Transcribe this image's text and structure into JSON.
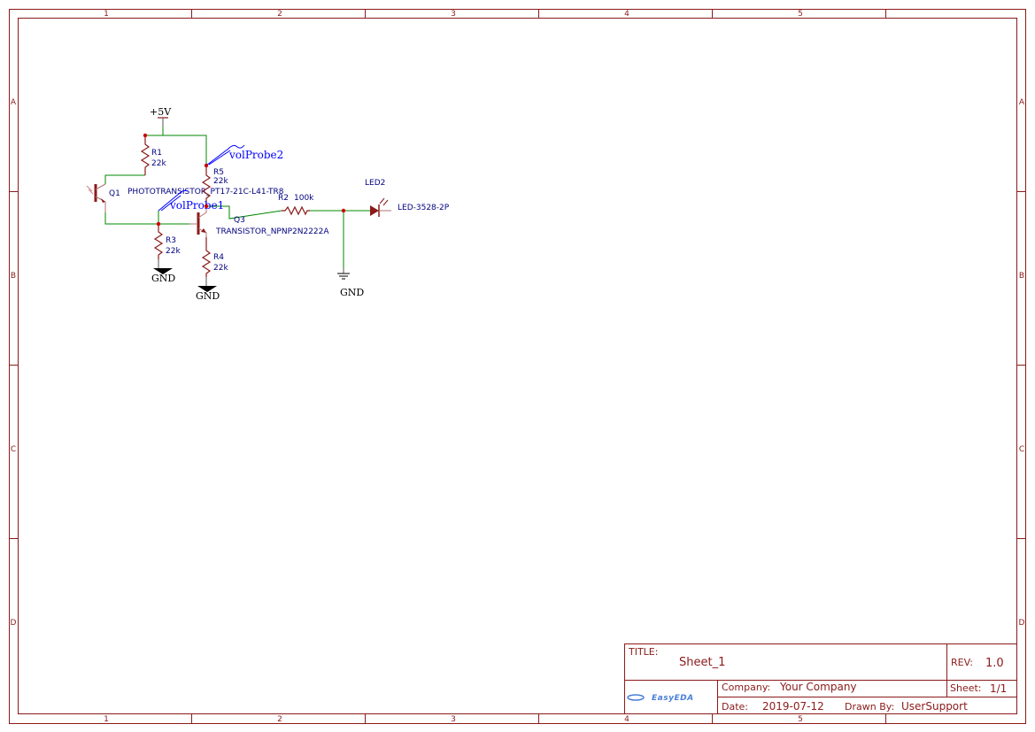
{
  "frame": {
    "columns": [
      "1",
      "2",
      "3",
      "4",
      "5"
    ],
    "rows": [
      "A",
      "B",
      "C",
      "D"
    ]
  },
  "schematic": {
    "nets": {
      "vcc": "+5V",
      "gnd1": "GND",
      "gnd2": "GND",
      "gnd3": "GND"
    },
    "components": {
      "r1": {
        "ref": "R1",
        "value": "22k"
      },
      "r2": {
        "ref": "R2",
        "value": "100k"
      },
      "r3": {
        "ref": "R3",
        "value": "22k"
      },
      "r4": {
        "ref": "R4",
        "value": "22k"
      },
      "r5": {
        "ref": "R5",
        "value": "22k"
      },
      "q1": {
        "ref": "Q1",
        "value": "PHOTOTRANSISTOR_PT17-21C-L41-TR8"
      },
      "q3": {
        "ref": "Q3",
        "value": "TRANSISTOR_NPNP2N2222A"
      },
      "led2": {
        "ref": "LED2",
        "value": "LED-3528-2P"
      }
    },
    "probes": {
      "p1": "volProbe1",
      "p2": "volProbe2"
    }
  },
  "title_block": {
    "title_label": "TITLE:",
    "title": "Sheet_1",
    "rev_label": "REV:",
    "rev": "1.0",
    "company_label": "Company:",
    "company": "Your Company",
    "sheet_label": "Sheet:",
    "sheet": "1/1",
    "date_label": "Date:",
    "date": "2019-07-12",
    "drawn_by_label": "Drawn By:",
    "drawn_by": "UserSupport",
    "logo": "EasyEDA"
  }
}
